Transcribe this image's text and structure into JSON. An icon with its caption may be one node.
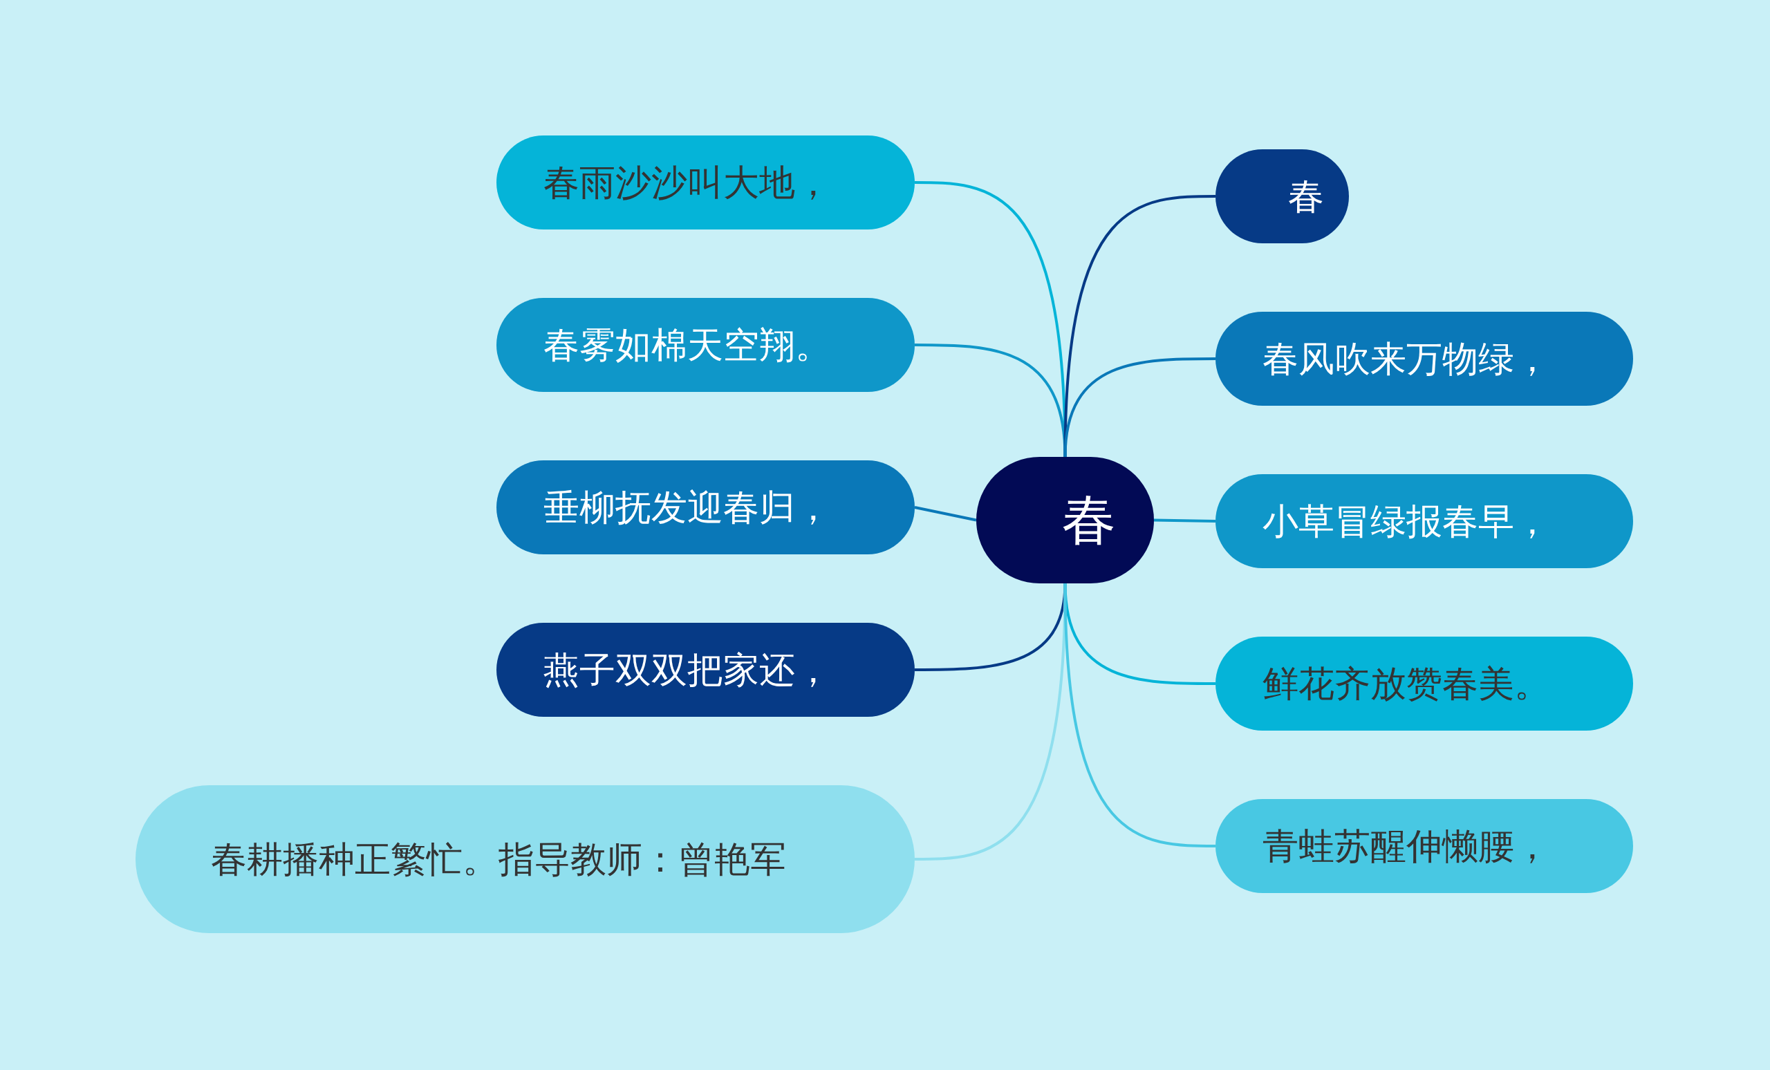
{
  "diagram": {
    "nodes": [
      {
        "text": [
          "春"
        ]
      },
      {
        "text": [
          "春雨沙沙叫大地，"
        ]
      },
      {
        "text": [
          "春雾如棉天空翔。"
        ]
      },
      {
        "text": [
          "垂柳抚发迎春归，"
        ]
      },
      {
        "text": [
          "燕子双双把家还，"
        ]
      },
      {
        "text": [
          "春耕播种正繁忙。指导教师：曾艳军"
        ]
      },
      {
        "text": [
          "春"
        ]
      },
      {
        "text": [
          "春风吹来万物绿，"
        ]
      },
      {
        "text": [
          "小草冒绿报春早，"
        ]
      },
      {
        "text": [
          "鲜花齐放赞春美。"
        ]
      },
      {
        "text": [
          "青蛙苏醒伸懒腰，"
        ]
      }
    ],
    "edges": [
      {
        "from": 0,
        "to": 1,
        "arrow": "none",
        "color": "#05b4d8"
      },
      {
        "from": 0,
        "to": 2,
        "arrow": "none",
        "color": "#0f97c9"
      },
      {
        "from": 0,
        "to": 3,
        "arrow": "none",
        "color": "#0a78b8"
      },
      {
        "from": 0,
        "to": 4,
        "arrow": "none",
        "color": "#063a86"
      },
      {
        "from": 0,
        "to": 5,
        "arrow": "none",
        "color": "#8fdfee"
      },
      {
        "from": 0,
        "to": 6,
        "arrow": "none",
        "color": "#063a86"
      },
      {
        "from": 0,
        "to": 7,
        "arrow": "none",
        "color": "#0a78b8"
      },
      {
        "from": 0,
        "to": 8,
        "arrow": "none",
        "color": "#0f97c9"
      },
      {
        "from": 0,
        "to": 9,
        "arrow": "none",
        "color": "#05b4d8"
      },
      {
        "from": 0,
        "to": 10,
        "arrow": "none",
        "color": "#48c8e3"
      }
    ]
  }
}
